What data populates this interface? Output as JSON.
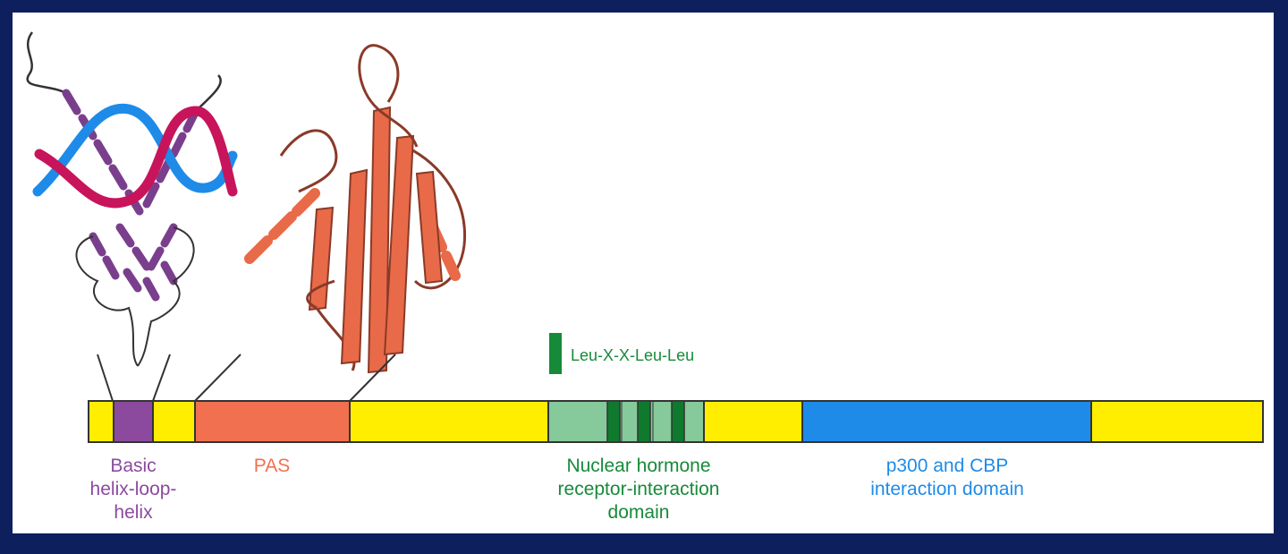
{
  "colors": {
    "background_frame": "#0d1f5c",
    "yellow": "#ffee00",
    "purple": "#8b4a9e",
    "pas": "#f07050",
    "nhr_light": "#86c99a",
    "nhr_dark": "#0f7a2e",
    "blue": "#1e8be8",
    "dna_pink": "#c8145a",
    "dna_blue": "#1e8be8",
    "protein_brown": "#a0503a"
  },
  "domains": {
    "bhlh": {
      "label": "Basic\nhelix-loop-\nhelix",
      "color": "#8b4a9e"
    },
    "pas": {
      "label": "PAS",
      "color": "#f07050"
    },
    "nhr": {
      "label": "Nuclear hormone\nreceptor-interaction\ndomain",
      "color": "#178a3a"
    },
    "p300": {
      "label": "p300 and CBP\ninteraction domain",
      "color": "#1e8be8"
    }
  },
  "motif": {
    "label": "Leu-X-X-Leu-Leu",
    "color": "#178a3a"
  }
}
